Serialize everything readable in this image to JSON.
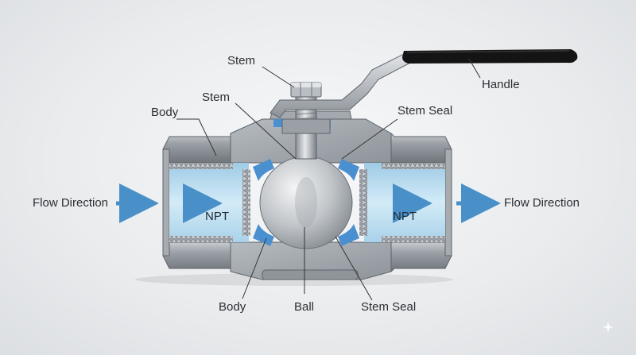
{
  "labels": {
    "stem_top": "Stem",
    "stem_mid": "Stem",
    "handle": "Handle",
    "body_top": "Body",
    "stem_seal_top": "Stem Seal",
    "flow_in": "Flow Direction",
    "flow_out": "Flow Direction",
    "npt_left": "NPT",
    "npt_right": "NPT",
    "body_bottom": "Body",
    "ball": "Ball",
    "stem_seal_bottom": "Stem Seal"
  },
  "colors": {
    "flow_arrow": "#4a90c8",
    "bore_fill": "#b9dcef",
    "seal": "#4a8fd0",
    "metal_dark": "#7d8389",
    "metal_light": "#d9dde0",
    "handle_grip": "#141414"
  },
  "icons": {
    "sparkle": "sparkle-icon"
  }
}
